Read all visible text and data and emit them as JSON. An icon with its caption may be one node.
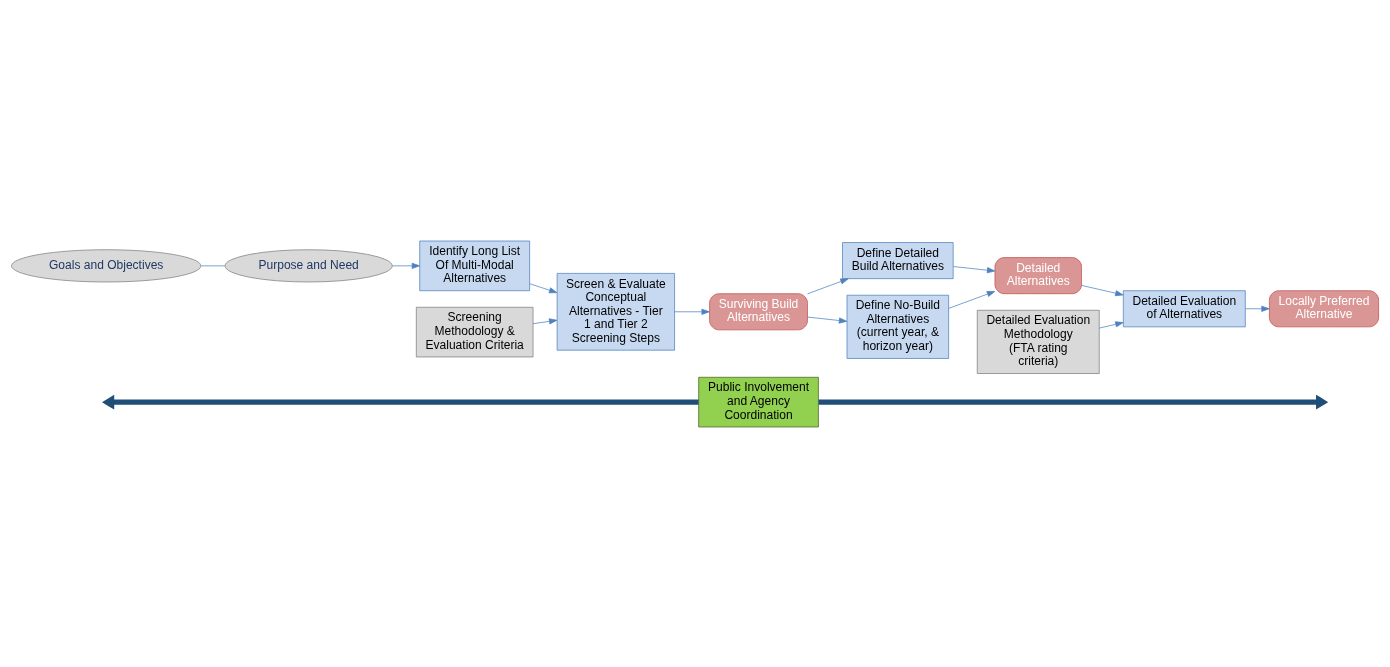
{
  "diagram": {
    "nodes": [
      {
        "text": [
          "Public Involvement and Agency Coordination"
        ]
      },
      {
        "text": [
          "Goals and Objectives"
        ]
      },
      {
        "text": [
          "Purpose and Need"
        ]
      },
      {
        "text": [
          "Identify Long List Of Multi-Modal Alternatives"
        ]
      },
      {
        "text": [
          "Screen & Evaluate Conceptual Alternatives - Tier 1 and Tier 2 Screening Steps"
        ]
      },
      {
        "text": [
          "Screening Methodology & Evaluation Criteria"
        ]
      },
      {
        "text": [
          "Surviving Build Alternatives"
        ]
      },
      {
        "text": [
          "Define Detailed Build Alternatives"
        ]
      },
      {
        "text": [
          "Define No-Build Alternatives (current year, & horizon year)"
        ]
      },
      {
        "text": [
          "Detailed Alternatives"
        ]
      },
      {
        "text": [
          "Detailed Evaluation Methodology",
          "(FTA rating criteria)"
        ]
      },
      {
        "text": [
          "Detailed Evaluation of Alternatives"
        ]
      },
      {
        "text": [
          "Locally Preferred Alternative"
        ]
      }
    ],
    "edges": [
      {
        "from": 0,
        "to": null,
        "arrow": "to",
        "style": "thick",
        "color": "#1f4e79"
      },
      {
        "from": 0,
        "to": null,
        "arrow": "to",
        "style": "thick",
        "color": "#1f4e79"
      },
      {
        "from": 1,
        "to": 2,
        "arrow": "none"
      },
      {
        "from": 2,
        "to": 3,
        "arrow": "to"
      },
      {
        "from": 3,
        "to": 4,
        "arrow": "to"
      },
      {
        "from": 5,
        "to": 4,
        "arrow": "to"
      },
      {
        "from": 4,
        "to": 6,
        "arrow": "to"
      },
      {
        "from": 6,
        "to": 7,
        "arrow": "to"
      },
      {
        "from": 6,
        "to": 8,
        "arrow": "to"
      },
      {
        "from": 7,
        "to": 9,
        "arrow": "to"
      },
      {
        "from": 8,
        "to": 9,
        "arrow": "to"
      },
      {
        "from": 9,
        "to": 11,
        "arrow": "to"
      },
      {
        "from": 10,
        "to": 11,
        "arrow": "to"
      },
      {
        "from": 11,
        "to": 12,
        "arrow": "to"
      }
    ]
  }
}
